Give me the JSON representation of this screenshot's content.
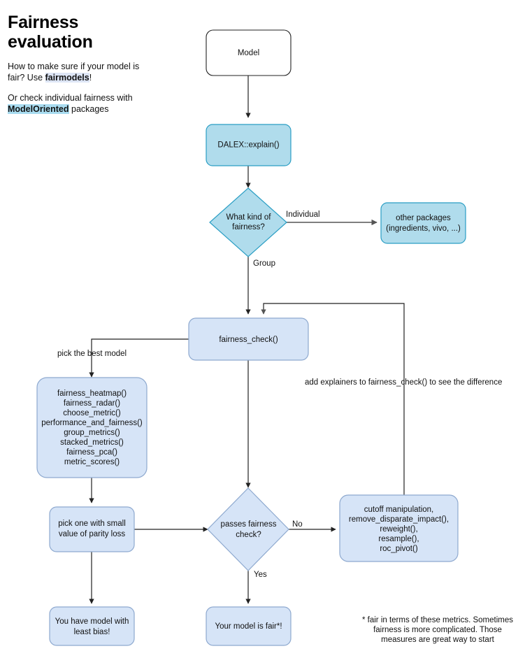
{
  "intro": {
    "title": "Fairness evaluation",
    "paragraph1_pre": "How to make sure if your model is fair? Use ",
    "paragraph1_highlight": "fairmodels",
    "paragraph1_post": "!",
    "paragraph2_pre": "Or check individual fairness with ",
    "paragraph2_highlight": "ModelOriented",
    "paragraph2_post": " packages"
  },
  "colors": {
    "cyan_fill": "#b0dcec",
    "cyan_stroke": "#2a9ec4",
    "blue_fill": "#d6e4f7",
    "blue_stroke": "#8ea9cf",
    "white_fill": "#ffffff",
    "edge_stroke": "#222222",
    "highlight_lavender": "#dde5f5",
    "highlight_cyan": "#a9dcf0"
  },
  "nodes": {
    "model": {
      "label": "Model",
      "style": "white"
    },
    "explain": {
      "label": "DALEX::explain()",
      "style": "cyan"
    },
    "kind_of_fairness": {
      "line1": "What kind of",
      "line2": "fairness?",
      "style": "cyan"
    },
    "other_packages": {
      "line1": "other packages",
      "line2": "(ingredients, vivo, ...)",
      "style": "cyan"
    },
    "fairness_check": {
      "label": "fairness_check()",
      "style": "blue"
    },
    "metrics_list": {
      "style": "blue",
      "lines": [
        "fairness_heatmap()",
        "fairness_radar()",
        "choose_metric()",
        "performance_and_fairness()",
        "group_metrics()",
        "stacked_metrics()",
        "fairness_pca()",
        "metric_scores()"
      ]
    },
    "pick_one": {
      "line1": "pick one with small",
      "line2": "value of parity loss",
      "style": "blue"
    },
    "passes_check": {
      "line1": "passes fairness",
      "line2": "check?",
      "style": "blue"
    },
    "mitigation": {
      "style": "blue",
      "lines": [
        "cutoff manipulation,",
        "remove_disparate_impact(),",
        "reweight(),",
        "resample(),",
        "roc_pivot()"
      ]
    },
    "least_bias": {
      "line1": "You have model with",
      "line2": "least bias!",
      "style": "blue"
    },
    "model_is_fair": {
      "label": "Your model is fair*!",
      "style": "blue"
    }
  },
  "edge_labels": {
    "individual": "Individual",
    "group": "Group",
    "pick_best_model": "pick the best model",
    "add_explainers": "add explainers to fairness_check() to see the difference",
    "no": "No",
    "yes": "Yes"
  },
  "footnote": {
    "line1": "* fair in terms of these metrics. Sometimes",
    "line2": "fairness is more complicated. Those",
    "line3": "measures are great way to start"
  }
}
